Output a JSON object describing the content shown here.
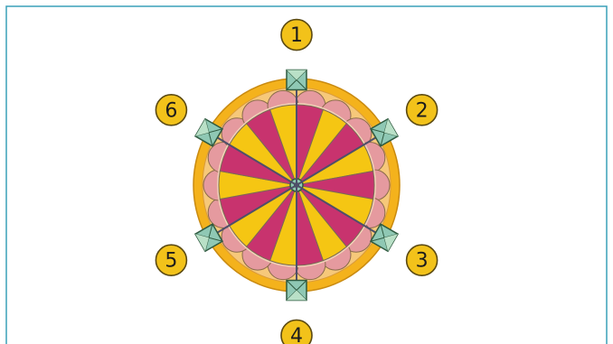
{
  "figure": {
    "frame_color": "#3aa0b8",
    "colors": {
      "outer_ring": "#f4b21c",
      "inner_ring": "#f6c87a",
      "segment_a": "#c8336e",
      "segment_b": "#f5c613",
      "petal_ring": "#e59a9f",
      "pin_face": "#8fc8b4",
      "pin_light": "#b9e0c7",
      "badge_fill": "#f2c21a"
    },
    "segment_count": 18,
    "labels": [
      {
        "id": "1",
        "text": "1"
      },
      {
        "id": "2",
        "text": "2"
      },
      {
        "id": "3",
        "text": "3"
      },
      {
        "id": "4",
        "text": "4"
      },
      {
        "id": "5",
        "text": "5"
      },
      {
        "id": "6",
        "text": "6"
      }
    ]
  }
}
